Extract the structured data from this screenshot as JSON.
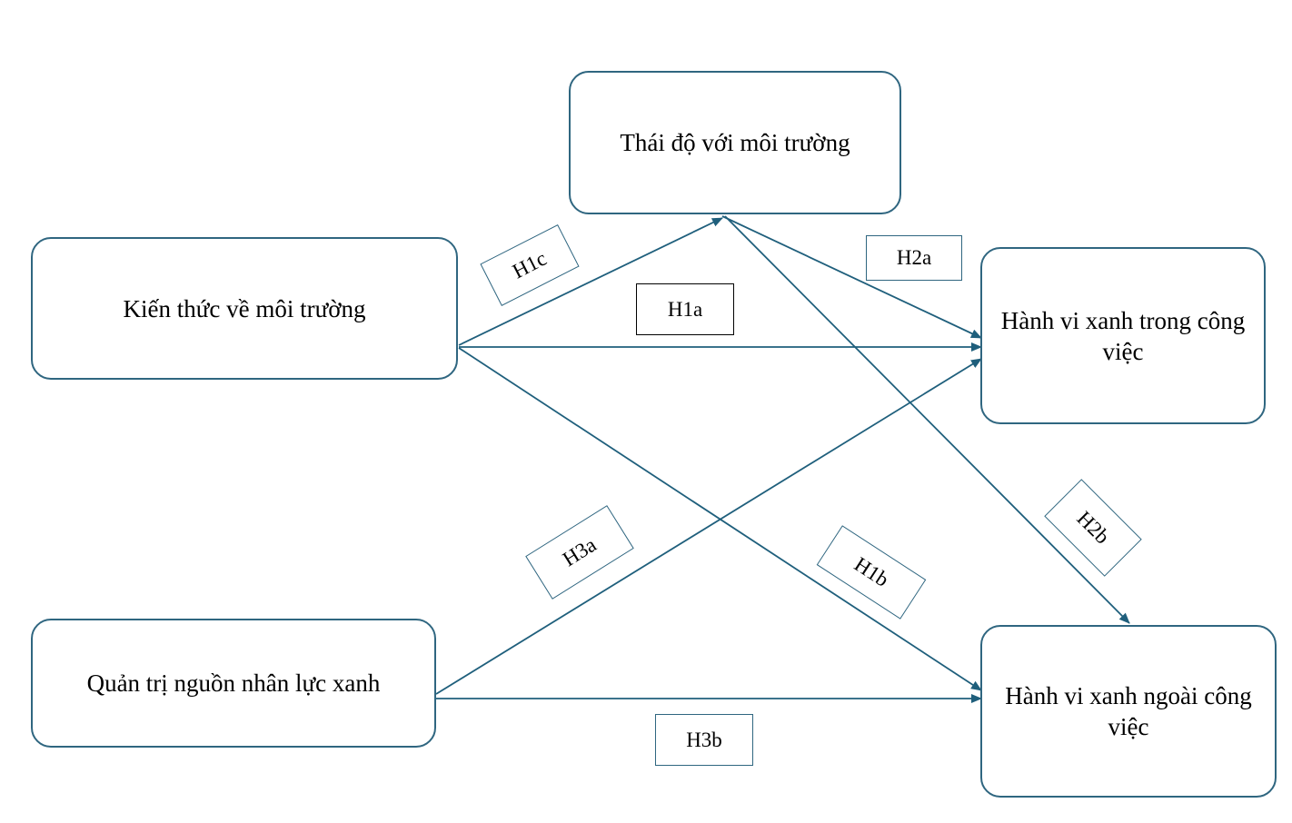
{
  "nodes": {
    "attitude": "Thái độ với môi trường",
    "knowledge": "Kiến thức về môi trường",
    "ghrm": "Quản trị nguồn nhân lực xanh",
    "green_work": "Hành vi xanh trong công việc",
    "green_nonwork": "Hành vi xanh ngoài công việc"
  },
  "hypotheses": {
    "h1a": "H1a",
    "h1b": "H1b",
    "h1c": "H1c",
    "h2a": "H2a",
    "h2b": "H2b",
    "h3a": "H3a",
    "h3b": "H3b"
  },
  "colors": {
    "stroke": "#2f6680",
    "arrow": "#1f5f7c",
    "text": "#000000"
  }
}
